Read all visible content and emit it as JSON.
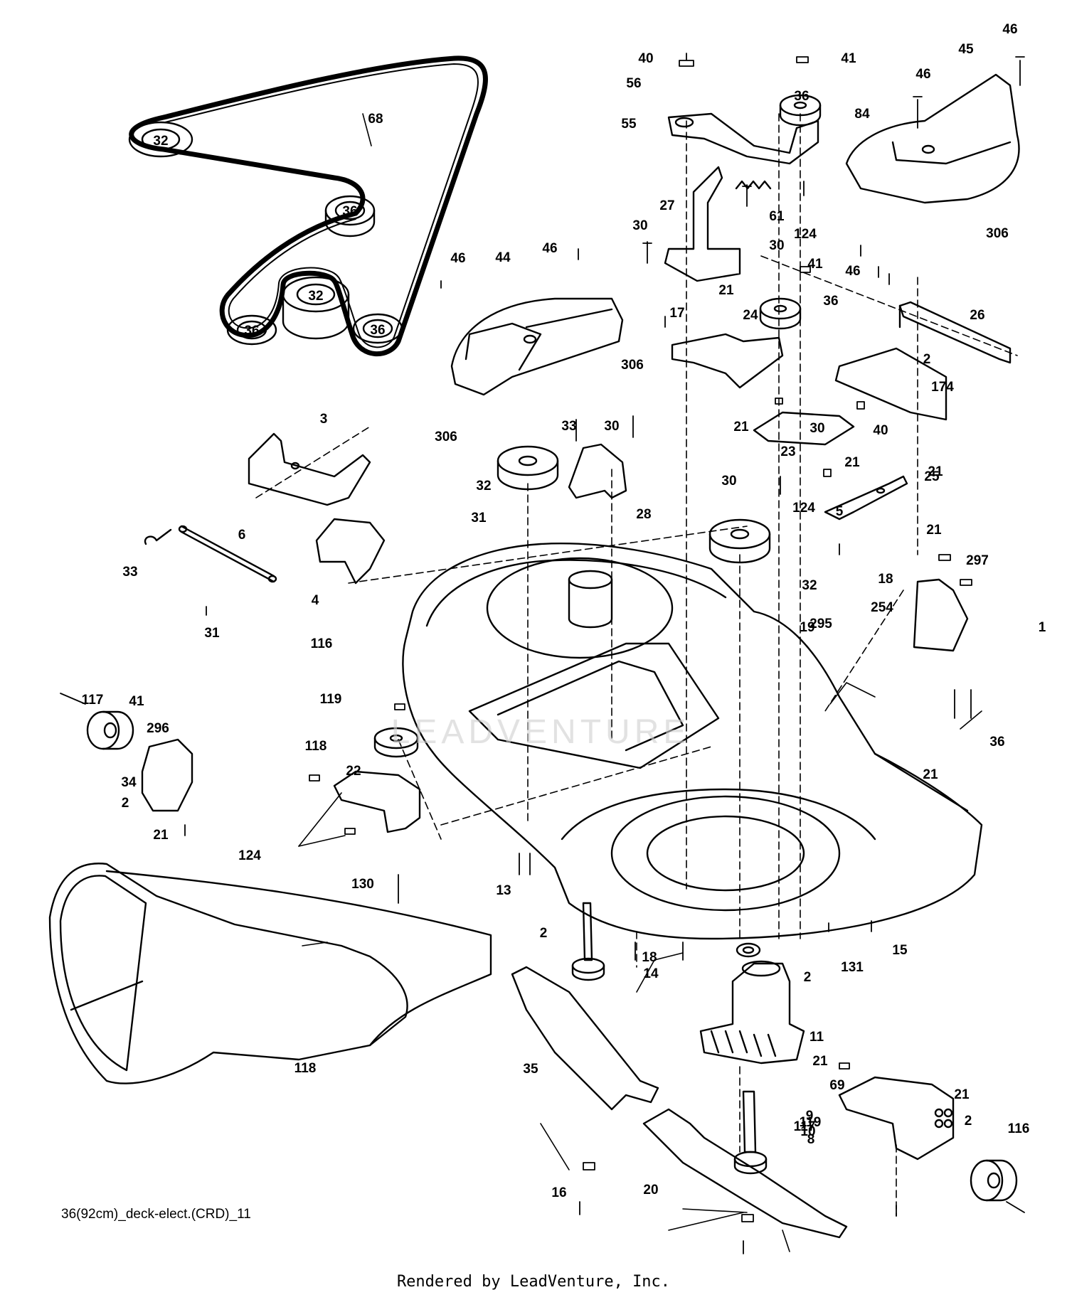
{
  "diagram": {
    "drawing_id": "36(92cm)_deck-elect.(CRD)_11",
    "credit": "Rendered by LeadVenture, Inc.",
    "watermark": "LEADVENTURE",
    "callouts": [
      {
        "label": "40"
      },
      {
        "label": "56"
      },
      {
        "label": "41"
      },
      {
        "label": "36"
      },
      {
        "label": "84"
      },
      {
        "label": "55"
      },
      {
        "label": "46"
      },
      {
        "label": "45"
      },
      {
        "label": "46"
      },
      {
        "label": "68"
      },
      {
        "label": "32"
      },
      {
        "label": "36"
      },
      {
        "label": "32"
      },
      {
        "label": "36"
      },
      {
        "label": "36"
      },
      {
        "label": "61"
      },
      {
        "label": "124"
      },
      {
        "label": "306"
      },
      {
        "label": "30"
      },
      {
        "label": "27"
      },
      {
        "label": "30"
      },
      {
        "label": "46"
      },
      {
        "label": "44"
      },
      {
        "label": "46"
      },
      {
        "label": "41"
      },
      {
        "label": "46"
      },
      {
        "label": "21"
      },
      {
        "label": "36"
      },
      {
        "label": "17"
      },
      {
        "label": "24"
      },
      {
        "label": "26"
      },
      {
        "label": "306"
      },
      {
        "label": "2"
      },
      {
        "label": "174"
      },
      {
        "label": "306"
      },
      {
        "label": "3"
      },
      {
        "label": "33"
      },
      {
        "label": "30"
      },
      {
        "label": "30"
      },
      {
        "label": "21"
      },
      {
        "label": "40"
      },
      {
        "label": "23"
      },
      {
        "label": "21"
      },
      {
        "label": "21"
      },
      {
        "label": "25"
      },
      {
        "label": "32"
      },
      {
        "label": "28"
      },
      {
        "label": "31"
      },
      {
        "label": "30"
      },
      {
        "label": "124"
      },
      {
        "label": "6"
      },
      {
        "label": "21"
      },
      {
        "label": "5"
      },
      {
        "label": "33"
      },
      {
        "label": "4"
      },
      {
        "label": "18"
      },
      {
        "label": "297"
      },
      {
        "label": "32"
      },
      {
        "label": "254"
      },
      {
        "label": "19"
      },
      {
        "label": "31"
      },
      {
        "label": "295"
      },
      {
        "label": "1"
      },
      {
        "label": "116"
      },
      {
        "label": "117"
      },
      {
        "label": "41"
      },
      {
        "label": "119"
      },
      {
        "label": "296"
      },
      {
        "label": "36"
      },
      {
        "label": "118"
      },
      {
        "label": "21"
      },
      {
        "label": "22"
      },
      {
        "label": "34"
      },
      {
        "label": "2"
      },
      {
        "label": "21"
      },
      {
        "label": "124"
      },
      {
        "label": "130"
      },
      {
        "label": "13"
      },
      {
        "label": "2"
      },
      {
        "label": "18"
      },
      {
        "label": "15"
      },
      {
        "label": "2"
      },
      {
        "label": "131"
      },
      {
        "label": "14"
      },
      {
        "label": "118"
      },
      {
        "label": "11"
      },
      {
        "label": "21"
      },
      {
        "label": "35"
      },
      {
        "label": "69"
      },
      {
        "label": "21"
      },
      {
        "label": "119"
      },
      {
        "label": "117"
      },
      {
        "label": "10"
      },
      {
        "label": "8"
      },
      {
        "label": "2"
      },
      {
        "label": "9"
      },
      {
        "label": "116"
      },
      {
        "label": "20"
      },
      {
        "label": "16"
      }
    ]
  }
}
